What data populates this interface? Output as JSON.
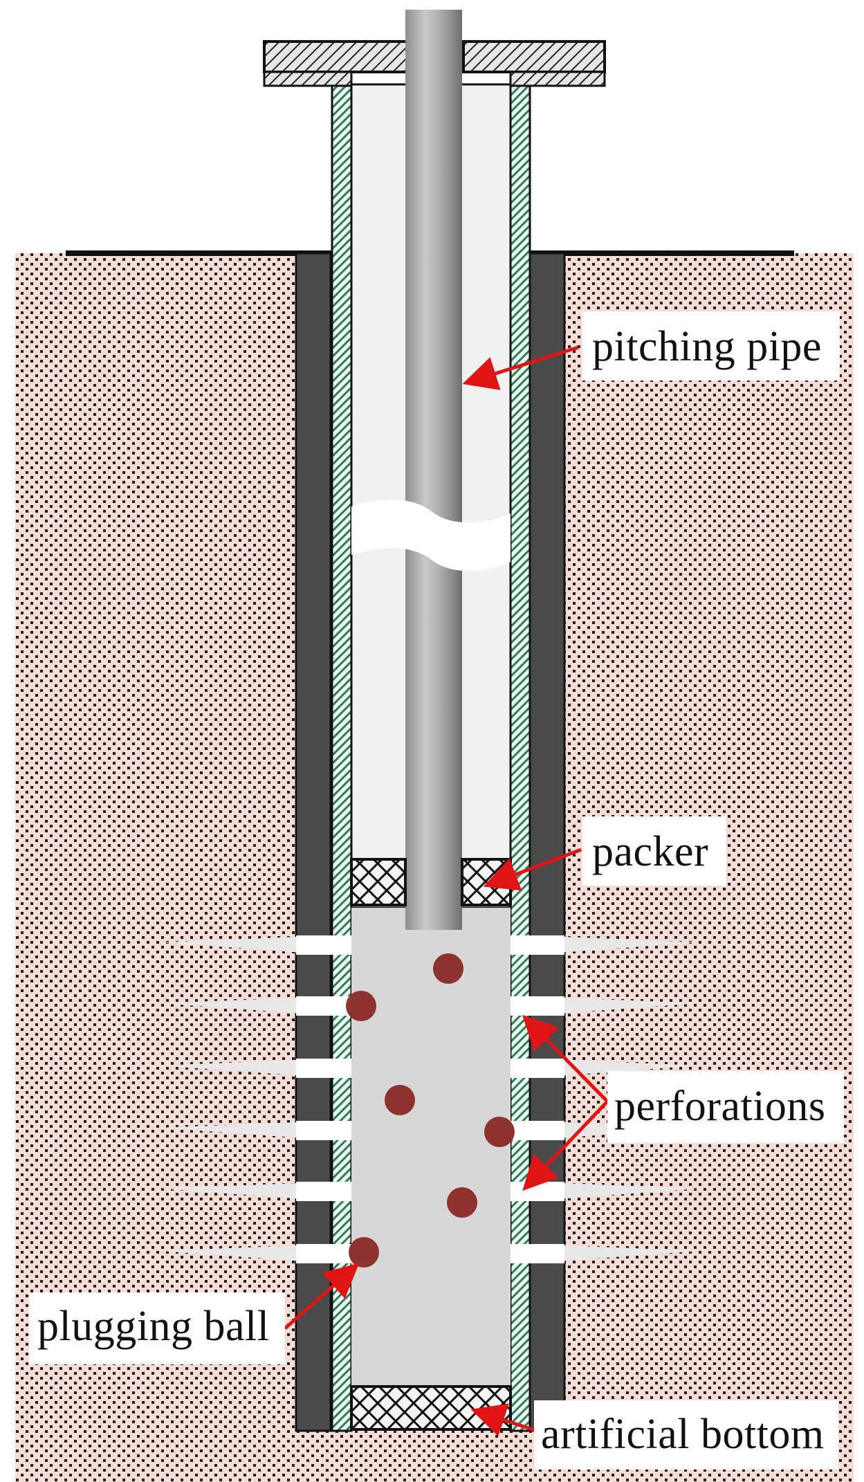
{
  "labels": {
    "pitching_pipe": "pitching pipe",
    "packer": "packer",
    "perforations": "perforations",
    "plugging_ball": "plugging ball",
    "artificial_bottom": "artificial bottom"
  },
  "colors": {
    "ground_fill": "#f3ddd6",
    "ground_dots": "#2a1d1d",
    "casing_dark": "#4a4a4a",
    "casing_inner_hatch": "#2e7a5a",
    "tubing_fill": "#f1f1f1",
    "pipe_mid": "#bdbdbd",
    "pipe_dark": "#7d7d7d",
    "wellbore_fluid": "#d7d7d7",
    "ball": "#8e3230",
    "arrow": "#e01414"
  },
  "icons": {
    "packer": "cross-hatch-block",
    "artificial_bottom": "cross-hatch-block",
    "plugging_ball": "filled-circle",
    "arrow": "red-arrow"
  }
}
